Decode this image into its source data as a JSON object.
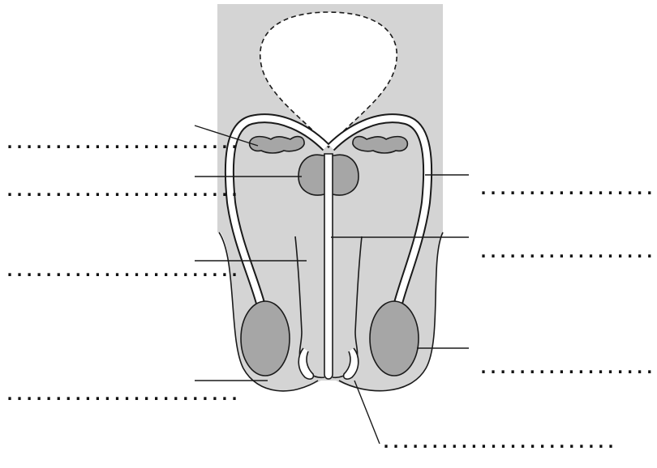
{
  "diagram": {
    "labels": [
      {
        "id": "left-1",
        "text": "........................"
      },
      {
        "id": "left-2",
        "text": "........................"
      },
      {
        "id": "left-3",
        "text": "........................"
      },
      {
        "id": "left-4",
        "text": "........................"
      },
      {
        "id": "right-1",
        "text": "........................"
      },
      {
        "id": "right-2",
        "text": "........................"
      },
      {
        "id": "right-3",
        "text": "........................"
      },
      {
        "id": "bottom-1",
        "text": "........................"
      }
    ]
  },
  "colors": {
    "background_panel": "#d4d4d4",
    "tissue": "#d4d4d4",
    "organ_dark": "#a6a6a6",
    "outline": "#1a1a1a",
    "duct_fill": "#ffffff"
  }
}
